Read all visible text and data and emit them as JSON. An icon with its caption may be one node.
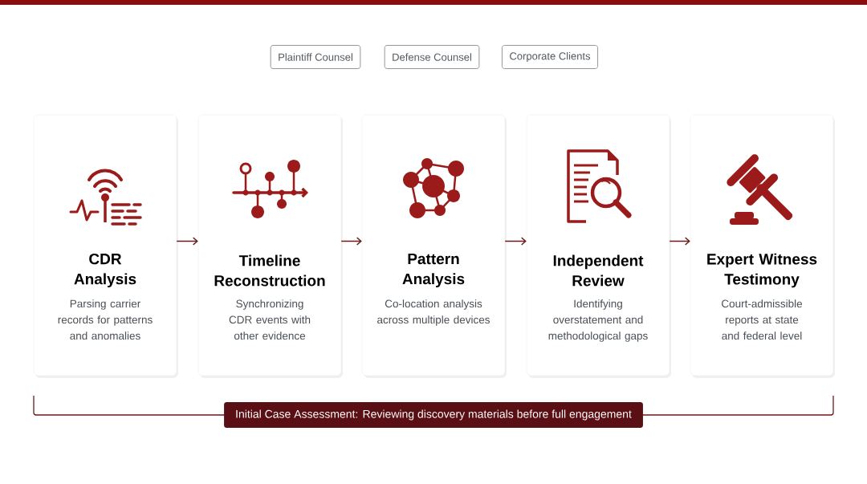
{
  "diagram": {
    "nodes": [
      {
        "text": [
          "Plaintiff Counsel"
        ]
      },
      {
        "text": [
          "Defense Counsel"
        ]
      },
      {
        "text": [
          "Corporate Clients"
        ]
      },
      {
        "text": [
          "CDR Analysis",
          "Parsing carrier records for patterns and anomalies"
        ]
      },
      {
        "text": [
          "Timeline Reconstruction",
          "Synchronizing CDR events with other evidence"
        ]
      },
      {
        "text": [
          "Pattern Analysis",
          "Co-location analysis across multiple devices"
        ]
      },
      {
        "text": [
          "Independent Review",
          "Identifying overstatement and methodological gaps"
        ]
      },
      {
        "text": [
          "Expert Witness Testimony",
          "Court-admissible reports at state and federal level"
        ]
      },
      {
        "text": [
          "Initial Case Assessment: Reviewing discovery materials before full engagement"
        ]
      }
    ],
    "edges": [
      {
        "from": 3,
        "to": 4,
        "arrow": "to"
      },
      {
        "from": 4,
        "to": 5,
        "arrow": "to"
      },
      {
        "from": 5,
        "to": 6,
        "arrow": "to"
      },
      {
        "from": 6,
        "to": 7,
        "arrow": "to"
      }
    ]
  }
}
